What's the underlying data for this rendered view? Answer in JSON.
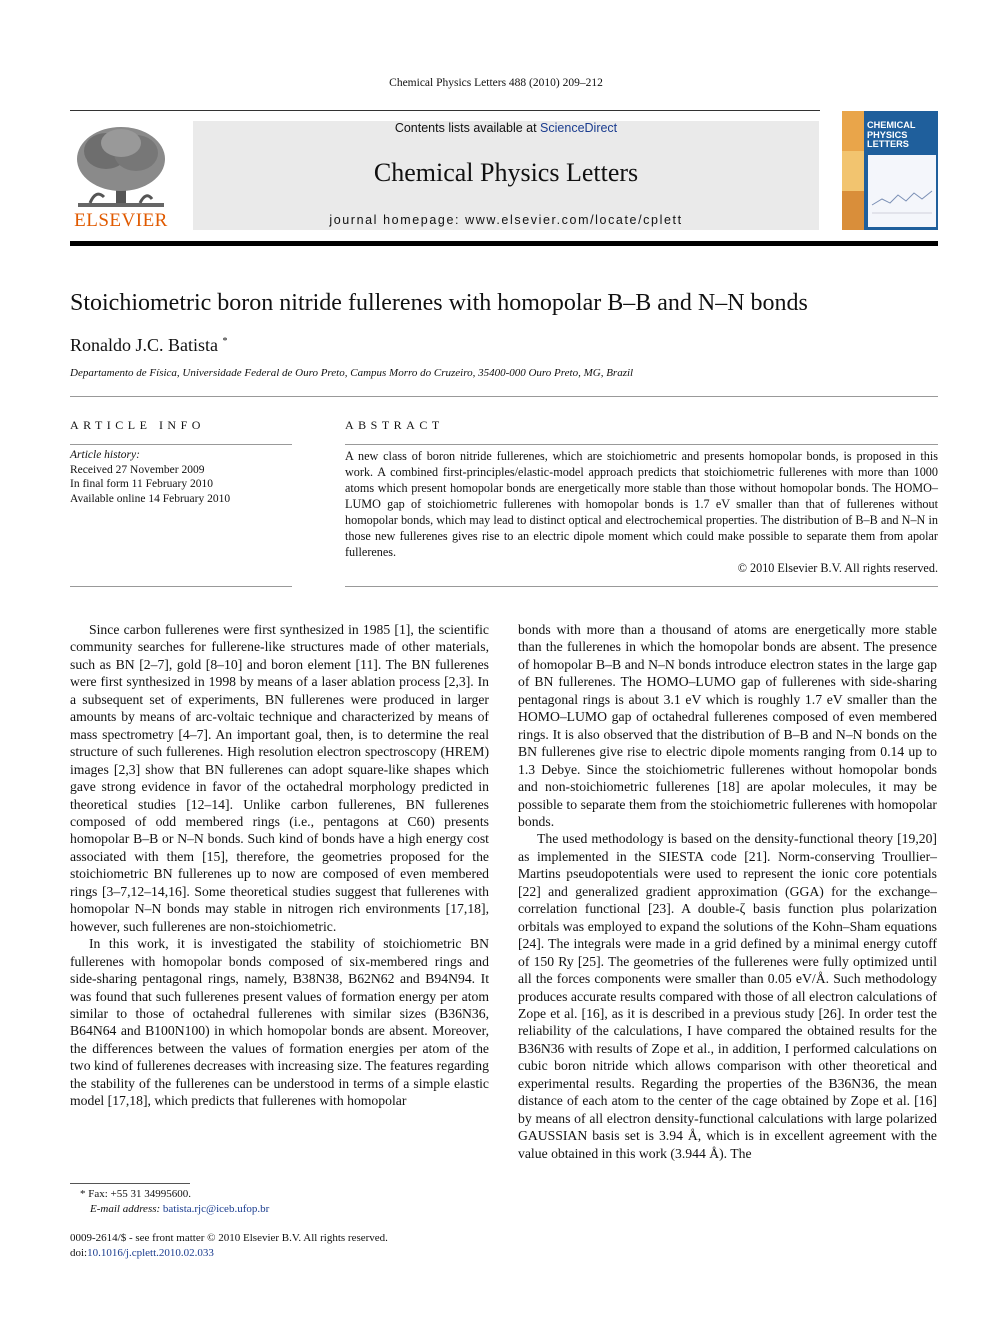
{
  "citation": "Chemical Physics Letters 488 (2010) 209–212",
  "banner": {
    "contents_prefix": "Contents lists available at ",
    "contents_link": "ScienceDirect",
    "journal_title": "Chemical Physics Letters",
    "homepage": "journal homepage: www.elsevier.com/locate/cplett"
  },
  "publisher": "ELSEVIER",
  "cover": {
    "line1": "CHEMICAL",
    "line2": "PHYSICS",
    "line3": "LETTERS"
  },
  "article": {
    "title": "Stoichiometric boron nitride fullerenes with homopolar B–B and N–N bonds",
    "author": "Ronaldo J.C. Batista",
    "author_mark": "*",
    "affiliation": "Departamento de Física, Universidade Federal de Ouro Preto, Campus Morro do Cruzeiro, 35400-000 Ouro Preto, MG, Brazil"
  },
  "info": {
    "heading": "ARTICLE INFO",
    "history_label": "Article history:",
    "received": "Received 27 November 2009",
    "revised": "In final form 11 February 2010",
    "online": "Available online 14 February 2010"
  },
  "abstract": {
    "heading": "ABSTRACT",
    "text": "A new class of boron nitride fullerenes, which are stoichiometric and presents homopolar bonds, is proposed in this work. A combined first-principles/elastic-model approach predicts that stoichiometric fullerenes with more than 1000 atoms which present homopolar bonds are energetically more stable than those without homopolar bonds. The HOMO–LUMO gap of stoichiometric fullerenes with homopolar bonds is 1.7 eV smaller than that of fullerenes without homopolar bonds, which may lead to distinct optical and electrochemical properties. The distribution of B–B and N–N in those new fullerenes gives rise to an electric dipole moment which could make possible to separate them from apolar fullerenes.",
    "copyright": "© 2010 Elsevier B.V. All rights reserved."
  },
  "body": {
    "left_p1": "Since carbon fullerenes were first synthesized in 1985 [1], the scientific community searches for fullerene-like structures made of other materials, such as BN [2–7], gold [8–10] and boron element [11]. The BN fullerenes were first synthesized in 1998 by means of a laser ablation process [2,3]. In a subsequent set of experiments, BN fullerenes were produced in larger amounts by means of arc-voltaic technique and characterized by means of mass spectrometry [4–7]. An important goal, then, is to determine the real structure of such fullerenes. High resolution electron spectroscopy (HREM) images [2,3] show that BN fullerenes can adopt square-like shapes which gave strong evidence in favor of the octahedral morphology predicted in theoretical studies [12–14]. Unlike carbon fullerenes, BN fullerenes composed of odd membered rings (i.e., pentagons at C60) presents homopolar B–B or N–N bonds. Such kind of bonds have a high energy cost associated with them [15], therefore, the geometries proposed for the stoichiometric BN fullerenes up to now are composed of even membered rings [3–7,12–14,16]. Some theoretical studies suggest that fullerenes with homopolar N–N bonds may stable in nitrogen rich environments [17,18], however, such fullerenes are non-stoichiometric.",
    "left_p2": "In this work, it is investigated the stability of stoichiometric BN fullerenes with homopolar bonds composed of six-membered rings and side-sharing pentagonal rings, namely, B38N38, B62N62 and B94N94. It was found that such fullerenes present values of formation energy per atom similar to those of octahedral fullerenes with similar sizes (B36N36, B64N64 and B100N100) in which homopolar bonds are absent. Moreover, the differences between the values of formation energies per atom of the two kind of fullerenes decreases with increasing size. The features regarding the stability of the fullerenes can be understood in terms of a simple elastic model [17,18], which predicts that fullerenes with homopolar",
    "right_p1": "bonds with more than a thousand of atoms are energetically more stable than the fullerenes in which the homopolar bonds are absent. The presence of homopolar B–B and N–N bonds introduce electron states in the large gap of BN fullerenes. The HOMO–LUMO gap of fullerenes with side-sharing pentagonal rings is about 3.1 eV which is roughly 1.7 eV smaller than the HOMO–LUMO gap of octahedral fullerenes composed of even membered rings. It is also observed that the distribution of B–B and N–N bonds on the BN fullerenes give rise to electric dipole moments ranging from 0.14 up to 1.3 Debye. Since the stoichiometric fullerenes without homopolar bonds and non-stoichiometric fullerenes [18] are apolar molecules, it may be possible to separate them from the stoichiometric fullerenes with homopolar bonds.",
    "right_p2": "The used methodology is based on the density-functional theory [19,20] as implemented in the SIESTA code [21]. Norm-conserving Troullier–Martins pseudopotentials were used to represent the ionic core potentials [22] and generalized gradient approximation (GGA) for the exchange–correlation functional [23]. A double-ζ basis function plus polarization orbitals was employed to expand the solutions of the Kohn–Sham equations [24]. The integrals were made in a grid defined by a minimal energy cutoff of 150 Ry [25]. The geometries of the fullerenes were fully optimized until all the forces components were smaller than 0.05 eV/Å. Such methodology produces accurate results compared with those of all electron calculations of Zope et al. [16], as it is described in a previous study [26]. In order test the reliability of the calculations, I have compared the obtained results for the B36N36 with results of Zope et al., in addition, I performed calculations on cubic boron nitride which allows comparison with other theoretical and experimental results. Regarding the properties of the B36N36, the mean distance of each atom to the center of the cage obtained by Zope et al. [16] by means of all electron density-functional calculations with large polarized GAUSSIAN basis set is 3.94 Å, which is in excellent agreement with the value obtained in this work (3.944 Å). The"
  },
  "footnote": {
    "fax": "* Fax: +55 31 34995600.",
    "email_label": "E-mail address: ",
    "email": "batista.rjc@iceb.ufop.br"
  },
  "bottom": {
    "issn": "0009-2614/$ - see front matter © 2010 Elsevier B.V. All rights reserved.",
    "doi_label": "doi:",
    "doi": "10.1016/j.cplett.2010.02.033"
  }
}
